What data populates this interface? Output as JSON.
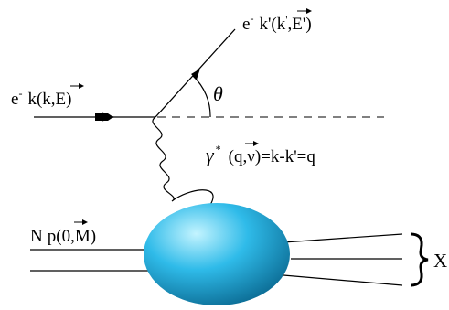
{
  "incoming_electron": {
    "particle": "e",
    "charge": "-",
    "momentum": "k(",
    "vec": "k",
    "tail": ",E)"
  },
  "outgoing_electron": {
    "particle": "e",
    "charge": "-",
    "momentum": "k'(",
    "vec": "k",
    "vec_prime": "'",
    "tail": ",E')"
  },
  "scattering_angle": {
    "symbol": "θ"
  },
  "virtual_photon": {
    "symbol": "γ",
    "star": "*",
    "open": "(",
    "vec": "q",
    "tail": ",ν)=k-k'=q"
  },
  "target": {
    "label": "N",
    "momentum": "p(",
    "vec": "0",
    "tail": ",M)"
  },
  "final_state": {
    "label": "X"
  },
  "colors": {
    "ink": "#000000",
    "blob_light": "#bdf2ff",
    "blob_mid": "#29b8e8",
    "blob_dark": "#0a6f99"
  }
}
